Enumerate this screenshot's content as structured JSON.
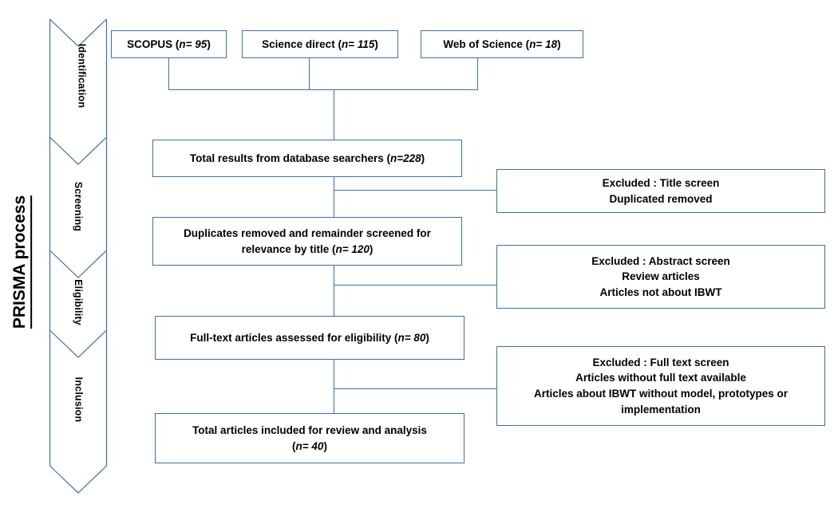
{
  "figure": {
    "title": "PRISMA process",
    "type": "prisma-flow-diagram",
    "accent_color": "#41719c",
    "text_color": "#000000",
    "background_color": "#ffffff"
  },
  "stages": [
    {
      "label": "Identification"
    },
    {
      "label": "Screening"
    },
    {
      "label": "Eligibility"
    },
    {
      "label": "Inclusion"
    }
  ],
  "sources": [
    {
      "name": "SCOPUS",
      "label": "SCOPUS (n= 95)",
      "count": 95
    },
    {
      "name": "Science direct",
      "label": "Science direct (n= 115)",
      "count": 115
    },
    {
      "name": "Web of Science",
      "label": "Web of Science (n= 18)",
      "count": 18
    }
  ],
  "flow": [
    {
      "id": "total-results",
      "lines": [
        "Total results from database searchers (n=228)"
      ],
      "count": 228
    },
    {
      "id": "duplicates-removed",
      "lines": [
        "Duplicates removed and remainder screened for",
        "relevance by title (n= 120)"
      ],
      "count": 120
    },
    {
      "id": "full-text-assessed",
      "lines": [
        "Full-text articles assessed for eligibility (n= 80)"
      ],
      "count": 80
    },
    {
      "id": "included",
      "lines": [
        "Total articles included for review and analysis",
        "(n= 40)"
      ],
      "count": 40
    }
  ],
  "exclusions": [
    {
      "id": "excluded-title-screen",
      "lines": [
        "Excluded : Title screen",
        "Duplicated removed"
      ]
    },
    {
      "id": "excluded-abstract-screen",
      "lines": [
        "Excluded : Abstract screen",
        "Review articles",
        "Articles not about IBWT"
      ]
    },
    {
      "id": "excluded-full-text-screen",
      "lines": [
        "Excluded : Full text screen",
        "Articles without full text available",
        "Articles about IBWT without model, prototypes or",
        "implementation"
      ]
    }
  ]
}
